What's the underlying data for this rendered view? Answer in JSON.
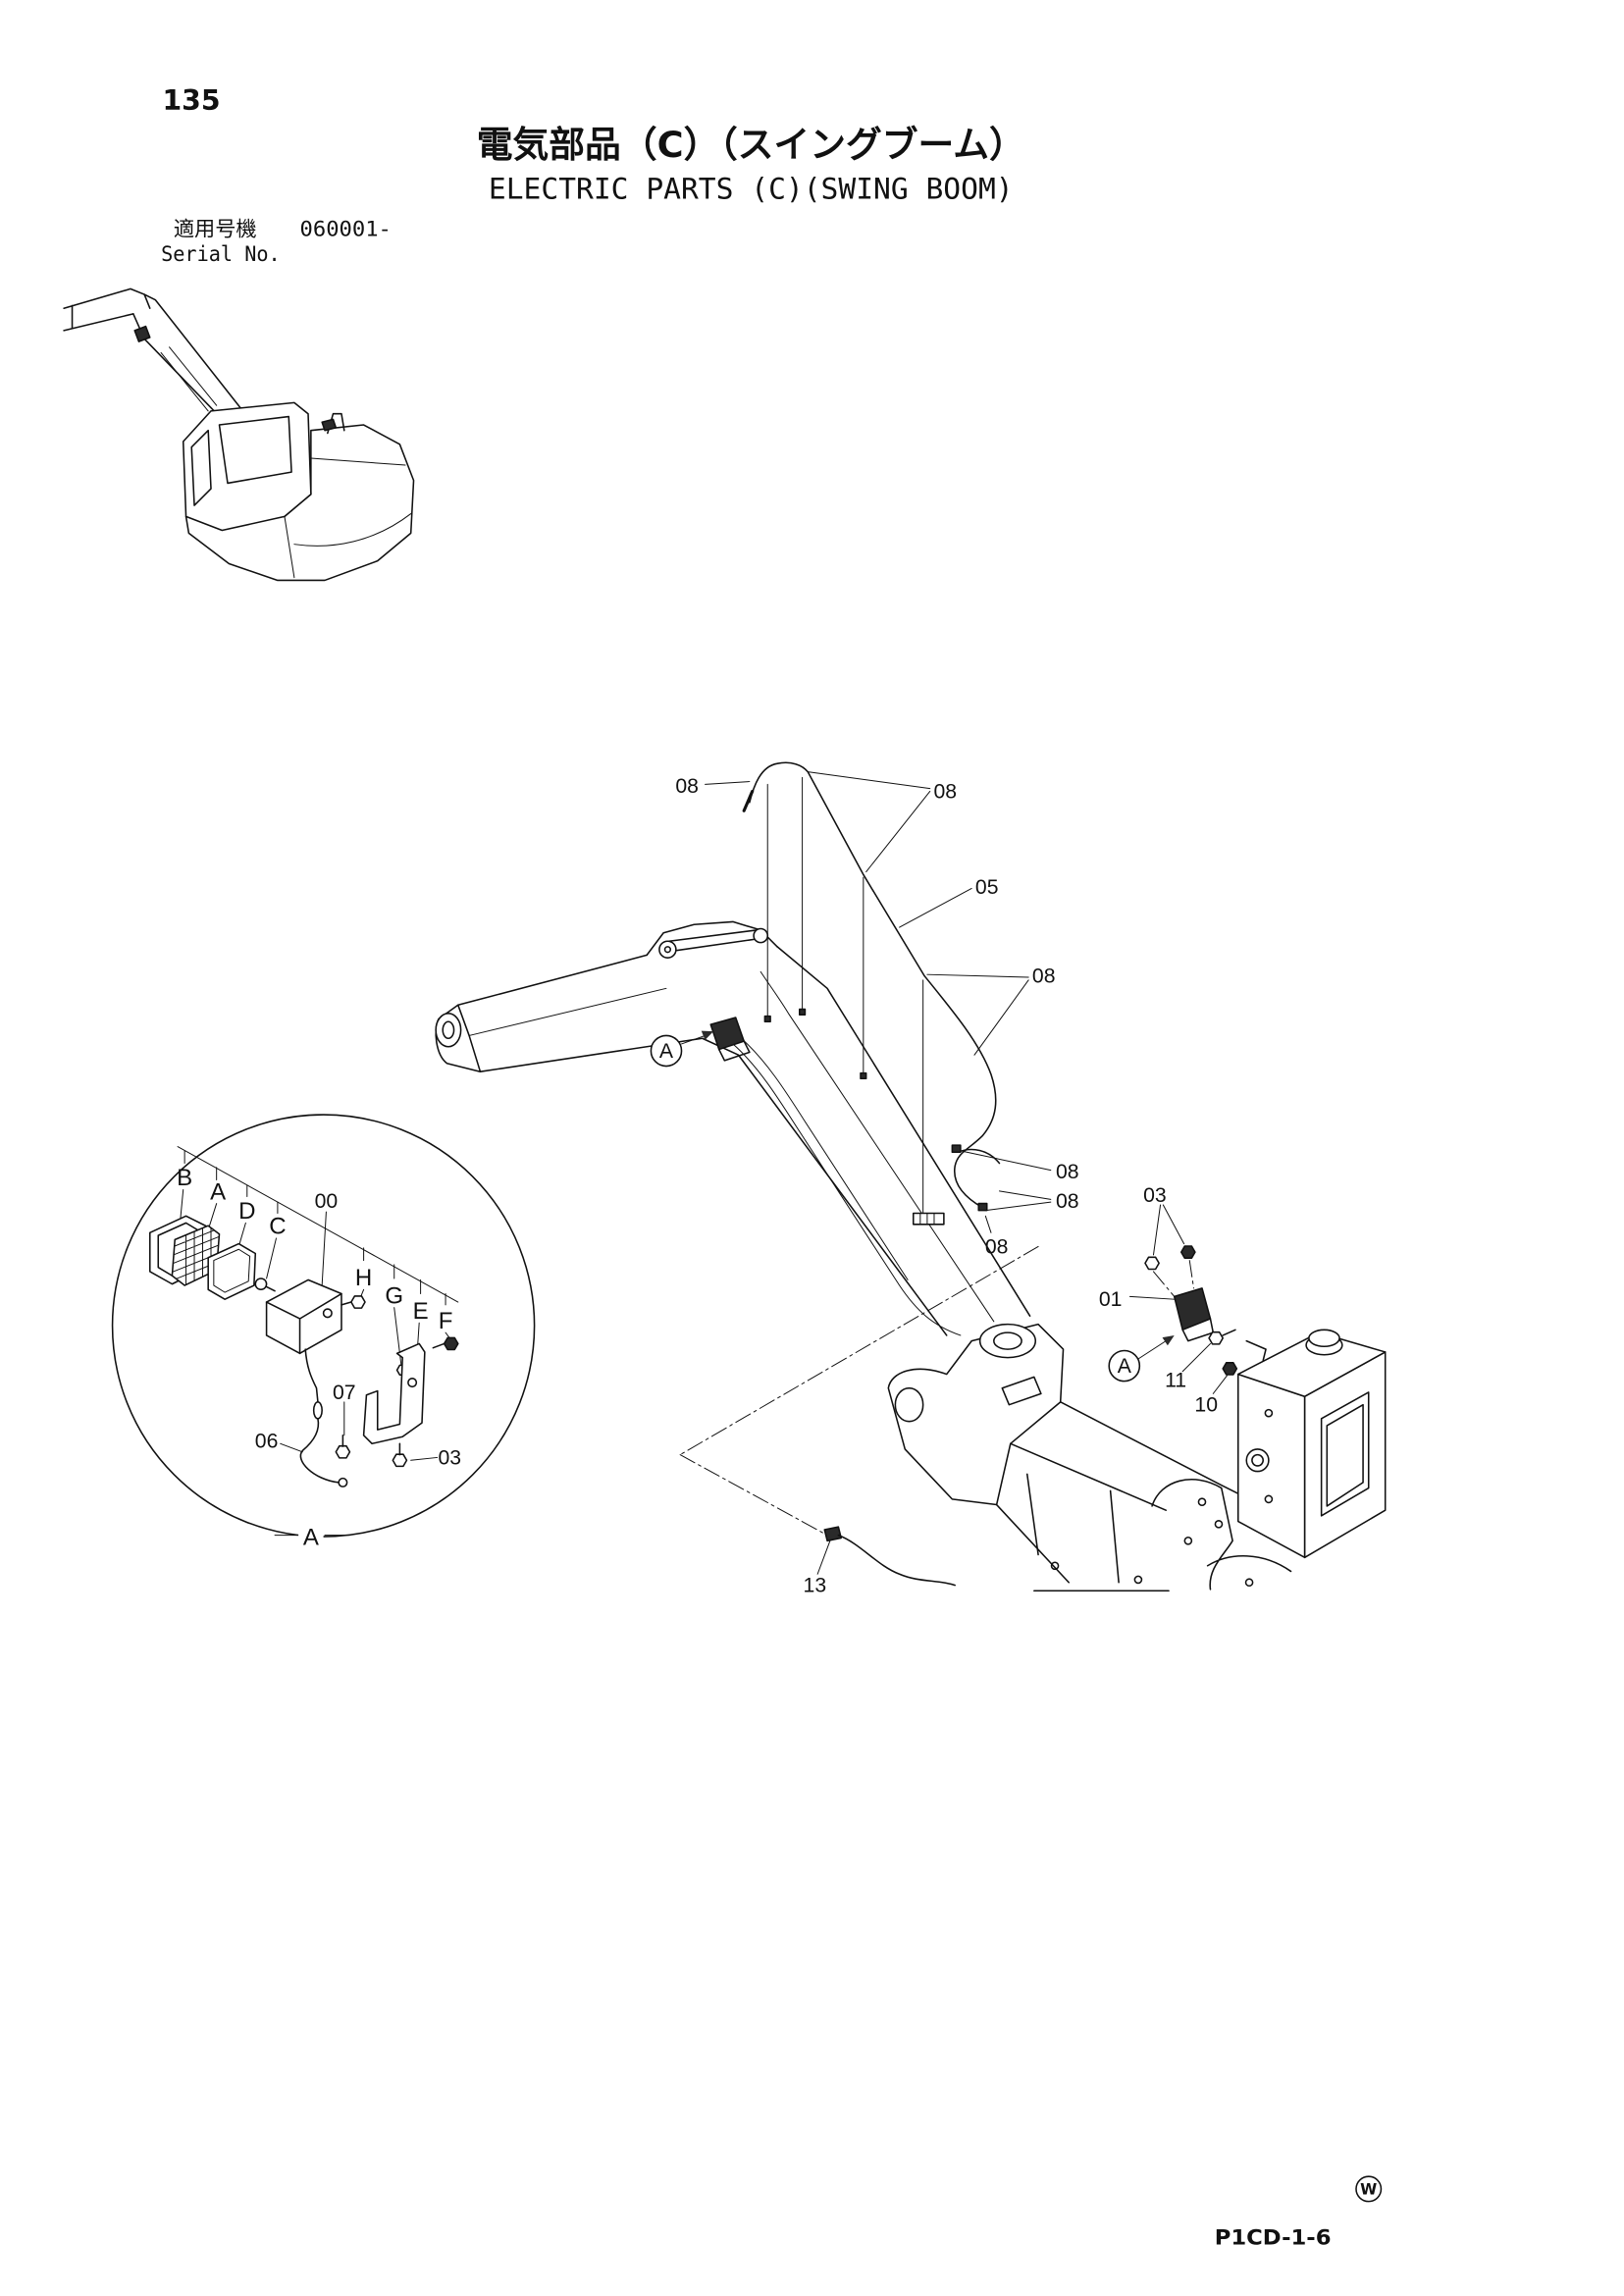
{
  "page": {
    "number": "135",
    "mark": "W",
    "code": "P1CD-1-6"
  },
  "title": {
    "jp": "電気部品（C）（スイングブーム）",
    "en": "ELECTRIC PARTS (C)(SWING BOOM)"
  },
  "serial": {
    "label_jp": "適用号機",
    "value": "060001-",
    "label_en": "Serial No."
  },
  "diagram": {
    "callouts": [
      "08",
      "08",
      "05",
      "08",
      "08",
      "08",
      "08",
      "03",
      "01",
      "11",
      "10",
      "13"
    ],
    "view_markers": [
      "A",
      "A"
    ]
  },
  "detail_a": {
    "title": "A",
    "part_letters": [
      "B",
      "A",
      "D",
      "C",
      "H",
      "G",
      "E",
      "F"
    ],
    "callouts": [
      "00",
      "07",
      "06",
      "03"
    ]
  }
}
